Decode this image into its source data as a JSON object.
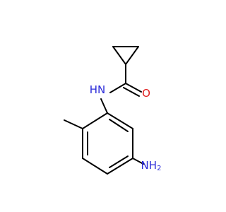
{
  "molecule": {
    "atoms": {
      "nitrogen_amide": {
        "label": "N",
        "hydrogen": "H",
        "color": "#2b2bd9"
      },
      "oxygen_carbonyl": {
        "label": "O",
        "color": "#e02020"
      },
      "nitrogen_amine": {
        "label": "N",
        "hydrogen": "H",
        "subscript": "2",
        "color": "#2b2bd9"
      }
    },
    "bond_color": "#000000"
  }
}
